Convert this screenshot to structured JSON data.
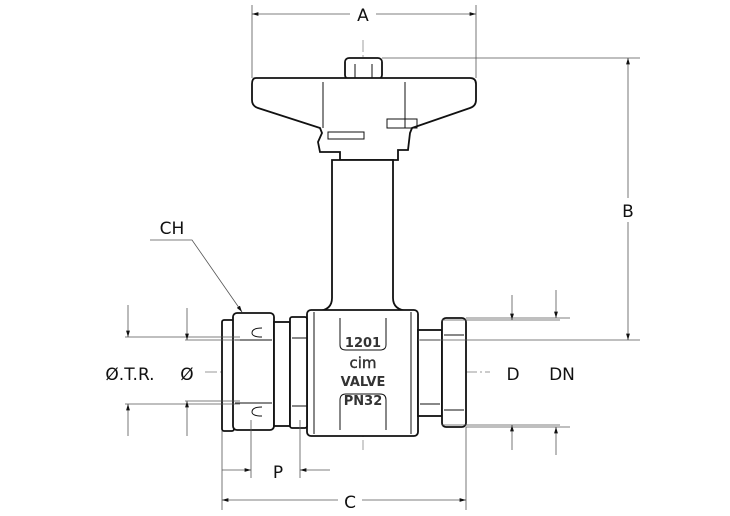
{
  "dimensions": {
    "a": "A",
    "b": "B",
    "c": "C",
    "ch": "CH",
    "p": "P",
    "d": "D",
    "dn": "DN",
    "otr": "Ø.T.R.",
    "o": "Ø"
  },
  "body_markings": {
    "model": "1201",
    "brand": "cim",
    "type": "VALVE",
    "pressure": "PN32"
  }
}
